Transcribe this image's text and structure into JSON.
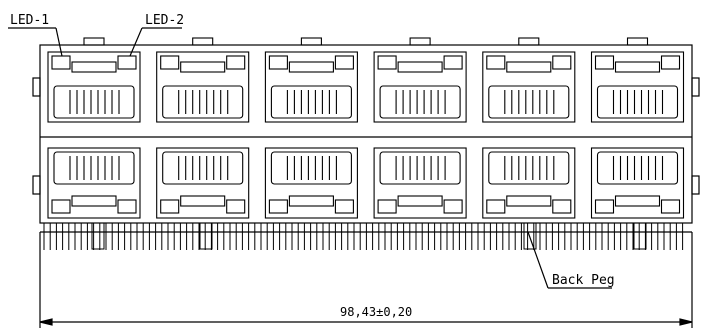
{
  "labels": {
    "led1": "LED-1",
    "led2": "LED-2",
    "back_peg": "Back Peg",
    "dimension": "98,43±0,20"
  },
  "drawing": {
    "port_columns": 6,
    "port_rows": 2,
    "line_color": "#000000",
    "background_color": "#ffffff"
  }
}
